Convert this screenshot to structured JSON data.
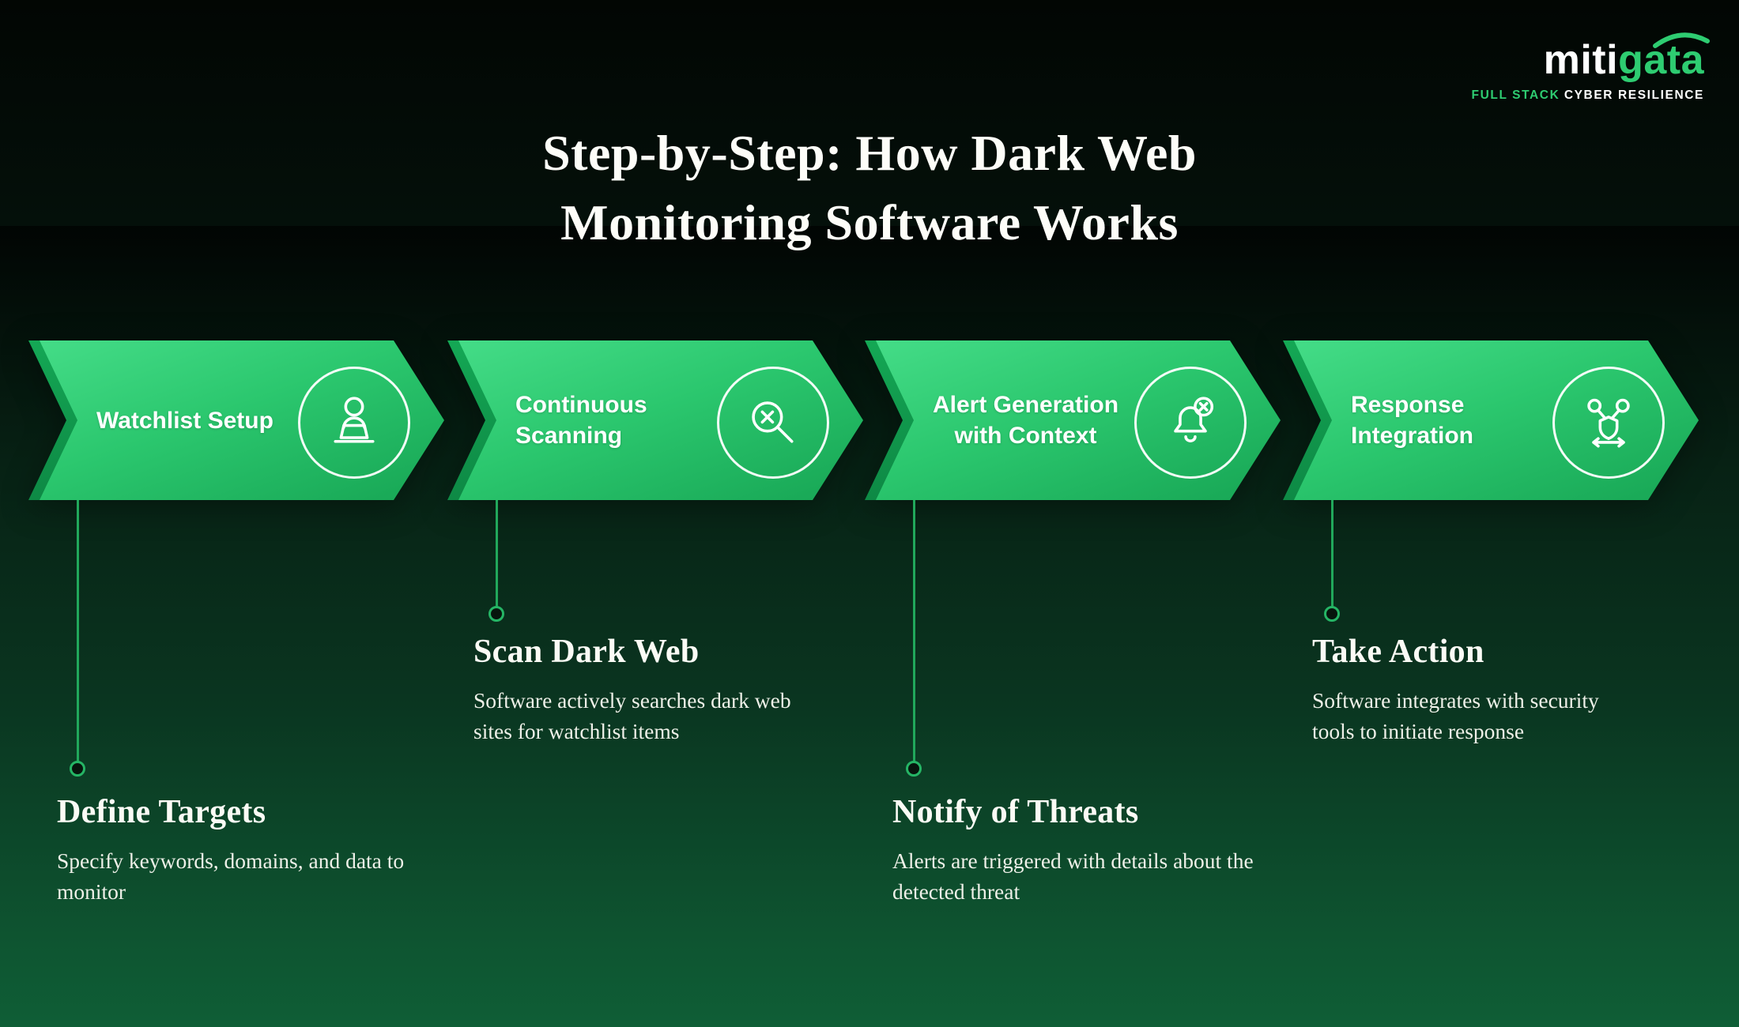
{
  "logo": {
    "brand_primary": "miti",
    "brand_accent": "gata",
    "tagline_accent": "FULL STACK",
    "tagline_rest": "CYBER RESILIENCE"
  },
  "title": {
    "line1": "Step-by-Step: How Dark Web",
    "line2": "Monitoring Software Works"
  },
  "steps": [
    {
      "label": "Watchlist Setup",
      "icon": "person-laptop-icon",
      "detail_title": "Define Targets",
      "detail_body": "Specify keywords, domains, and data to monitor"
    },
    {
      "label": "Continuous Scanning",
      "icon": "search-x-icon",
      "detail_title": "Scan Dark Web",
      "detail_body": "Software actively searches dark web sites for watchlist items"
    },
    {
      "label": "Alert Generation with Context",
      "icon": "bell-alert-x-icon",
      "detail_title": "Notify of Threats",
      "detail_body": "Alerts are triggered with details about the detected threat"
    },
    {
      "label": "Response Integration",
      "icon": "network-shield-icon",
      "detail_title": "Take Action",
      "detail_body": "Software integrates with security tools to initiate response"
    }
  ],
  "colors": {
    "background_top": "#020603",
    "background_bottom": "#0f5e36",
    "arrow_green_light": "#44dc87",
    "arrow_green_dark": "#17a554",
    "connector_green": "#21a85b",
    "logo_accent": "#2ecc71"
  }
}
